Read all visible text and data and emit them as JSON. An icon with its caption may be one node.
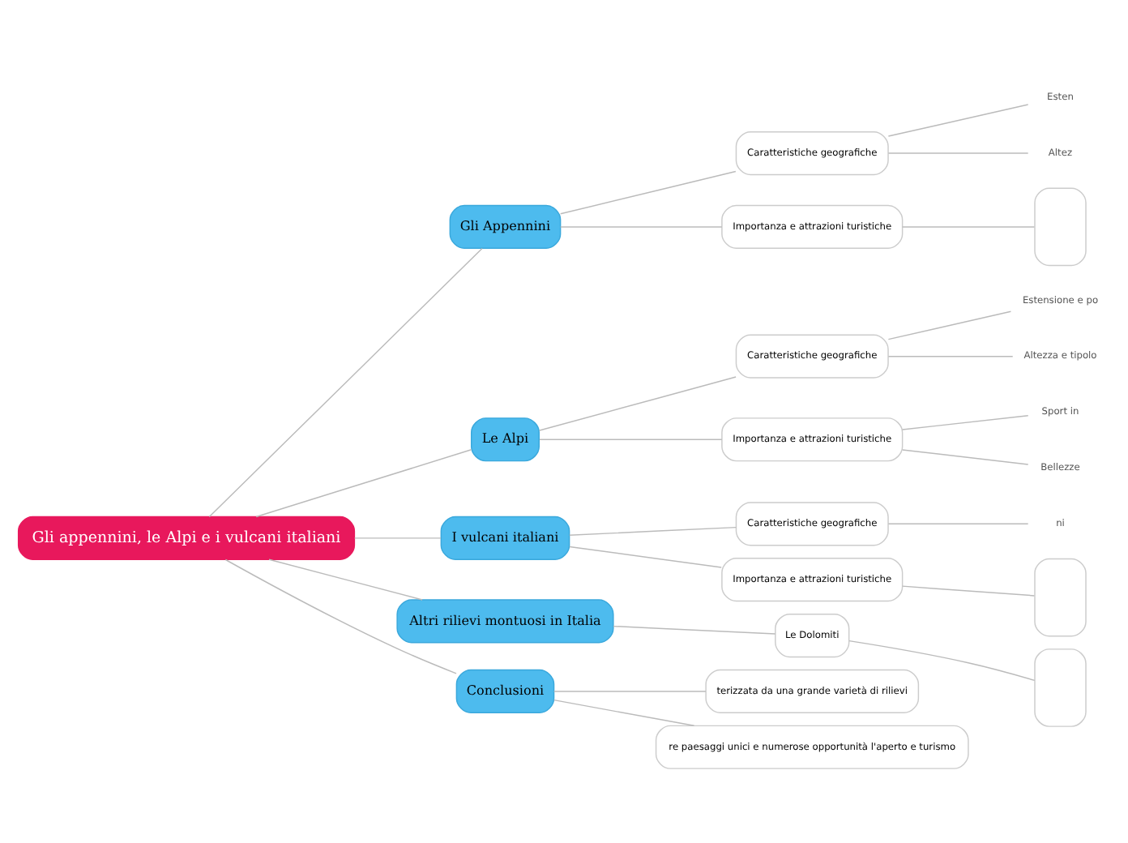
{
  "diagram": {
    "nodes": [
      {
        "text": [
          "Gli appennini, le Alpi e i vulcani italiani"
        ]
      },
      {
        "text": [
          "Gli Appennini"
        ]
      },
      {
        "text": [
          "Caratteristiche geografiche"
        ]
      },
      {
        "text": [
          "Esten"
        ]
      },
      {
        "text": [
          "Altez"
        ]
      },
      {
        "text": [
          "Importanza e attrazioni turistiche"
        ]
      },
      {
        "text": [],
        "shape": "box"
      },
      {
        "text": [
          "Le Alpi"
        ]
      },
      {
        "text": [
          "Caratteristiche geografiche"
        ]
      },
      {
        "text": [
          "Estensione e po"
        ]
      },
      {
        "text": [
          "Altezza e tipolo"
        ]
      },
      {
        "text": [
          "Importanza e attrazioni turistiche"
        ]
      },
      {
        "text": [
          "Sport in"
        ]
      },
      {
        "text": [
          "Bellezze"
        ]
      },
      {
        "text": [
          "I vulcani italiani"
        ]
      },
      {
        "text": [
          "Caratteristiche geografiche"
        ]
      },
      {
        "text": [
          "ni"
        ]
      },
      {
        "text": [
          "Importanza e attrazioni turistiche"
        ]
      },
      {
        "text": [],
        "shape": "box"
      },
      {
        "text": [
          "Altri rilievi montuosi in Italia"
        ]
      },
      {
        "text": [
          "Le Dolomiti"
        ]
      },
      {
        "text": [],
        "shape": "box"
      },
      {
        "text": [
          "Conclusioni"
        ]
      },
      {
        "text": [
          "terizzata da una grande varietà di rilievi"
        ]
      },
      {
        "text": [
          "re paesaggi unici e numerose opportunità l'aperto e turismo"
        ]
      }
    ],
    "edges": [
      {
        "from": 0,
        "to": 1,
        "arrow": "none"
      },
      {
        "from": 1,
        "to": 2,
        "arrow": "none"
      },
      {
        "from": 2,
        "to": 3,
        "arrow": "none"
      },
      {
        "from": 2,
        "to": 4,
        "arrow": "none"
      },
      {
        "from": 1,
        "to": 5,
        "arrow": "none"
      },
      {
        "from": 5,
        "to": 6,
        "arrow": "none"
      },
      {
        "from": 0,
        "to": 7,
        "arrow": "none"
      },
      {
        "from": 7,
        "to": 8,
        "arrow": "none"
      },
      {
        "from": 8,
        "to": 9,
        "arrow": "none"
      },
      {
        "from": 8,
        "to": 10,
        "arrow": "none"
      },
      {
        "from": 7,
        "to": 11,
        "arrow": "none"
      },
      {
        "from": 11,
        "to": 12,
        "arrow": "none"
      },
      {
        "from": 11,
        "to": 13,
        "arrow": "none"
      },
      {
        "from": 0,
        "to": 14,
        "arrow": "none"
      },
      {
        "from": 14,
        "to": 15,
        "arrow": "none"
      },
      {
        "from": 15,
        "to": 16,
        "arrow": "none"
      },
      {
        "from": 14,
        "to": 17,
        "arrow": "none"
      },
      {
        "from": 17,
        "to": 18,
        "arrow": "none"
      },
      {
        "from": 0,
        "to": 19,
        "arrow": "none"
      },
      {
        "from": 19,
        "to": 20,
        "arrow": "none"
      },
      {
        "from": 20,
        "to": 21,
        "arrow": "none"
      },
      {
        "from": 0,
        "to": 22,
        "arrow": "none"
      },
      {
        "from": 22,
        "to": 23,
        "arrow": "none"
      },
      {
        "from": 22,
        "to": 24,
        "arrow": "none"
      }
    ]
  }
}
